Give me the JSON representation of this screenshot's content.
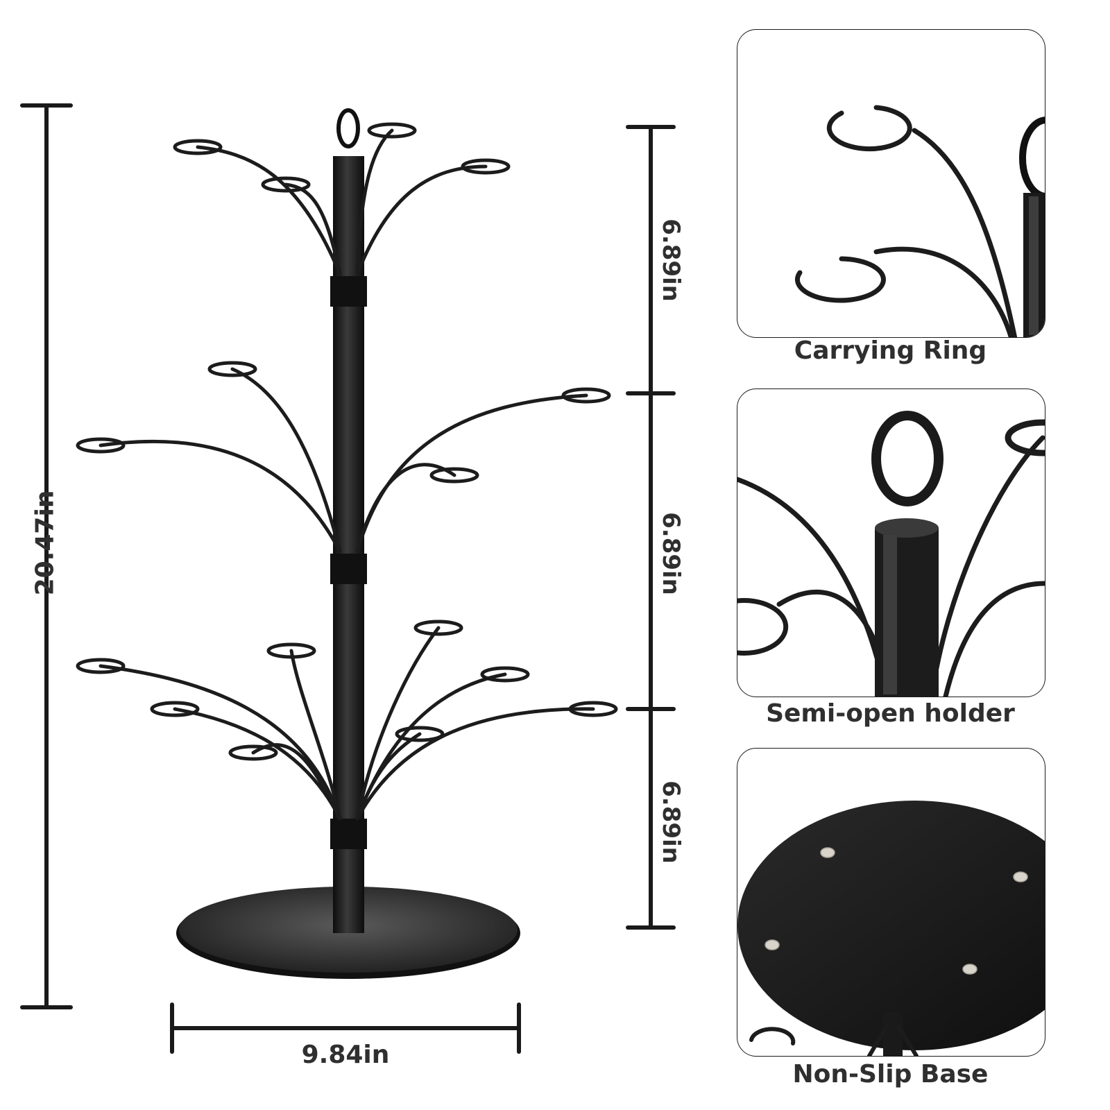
{
  "dimensions": {
    "total_height": "20.47in",
    "base_width": "9.84in",
    "tier_heights": [
      "6.89in",
      "6.89in",
      "6.89in"
    ]
  },
  "features": [
    {
      "caption": "Carrying Ring",
      "icon": "carrying-ring-closeup"
    },
    {
      "caption": "Semi-open holder",
      "icon": "semi-open-holder-closeup"
    },
    {
      "caption": "Non-Slip Base",
      "icon": "non-slip-base-closeup"
    }
  ],
  "colors": {
    "metal": "#1c1c1c",
    "dimension_line": "#1a1a1a",
    "label_text": "#2f2f2f",
    "rubber_pad": "#d8d4cc"
  }
}
